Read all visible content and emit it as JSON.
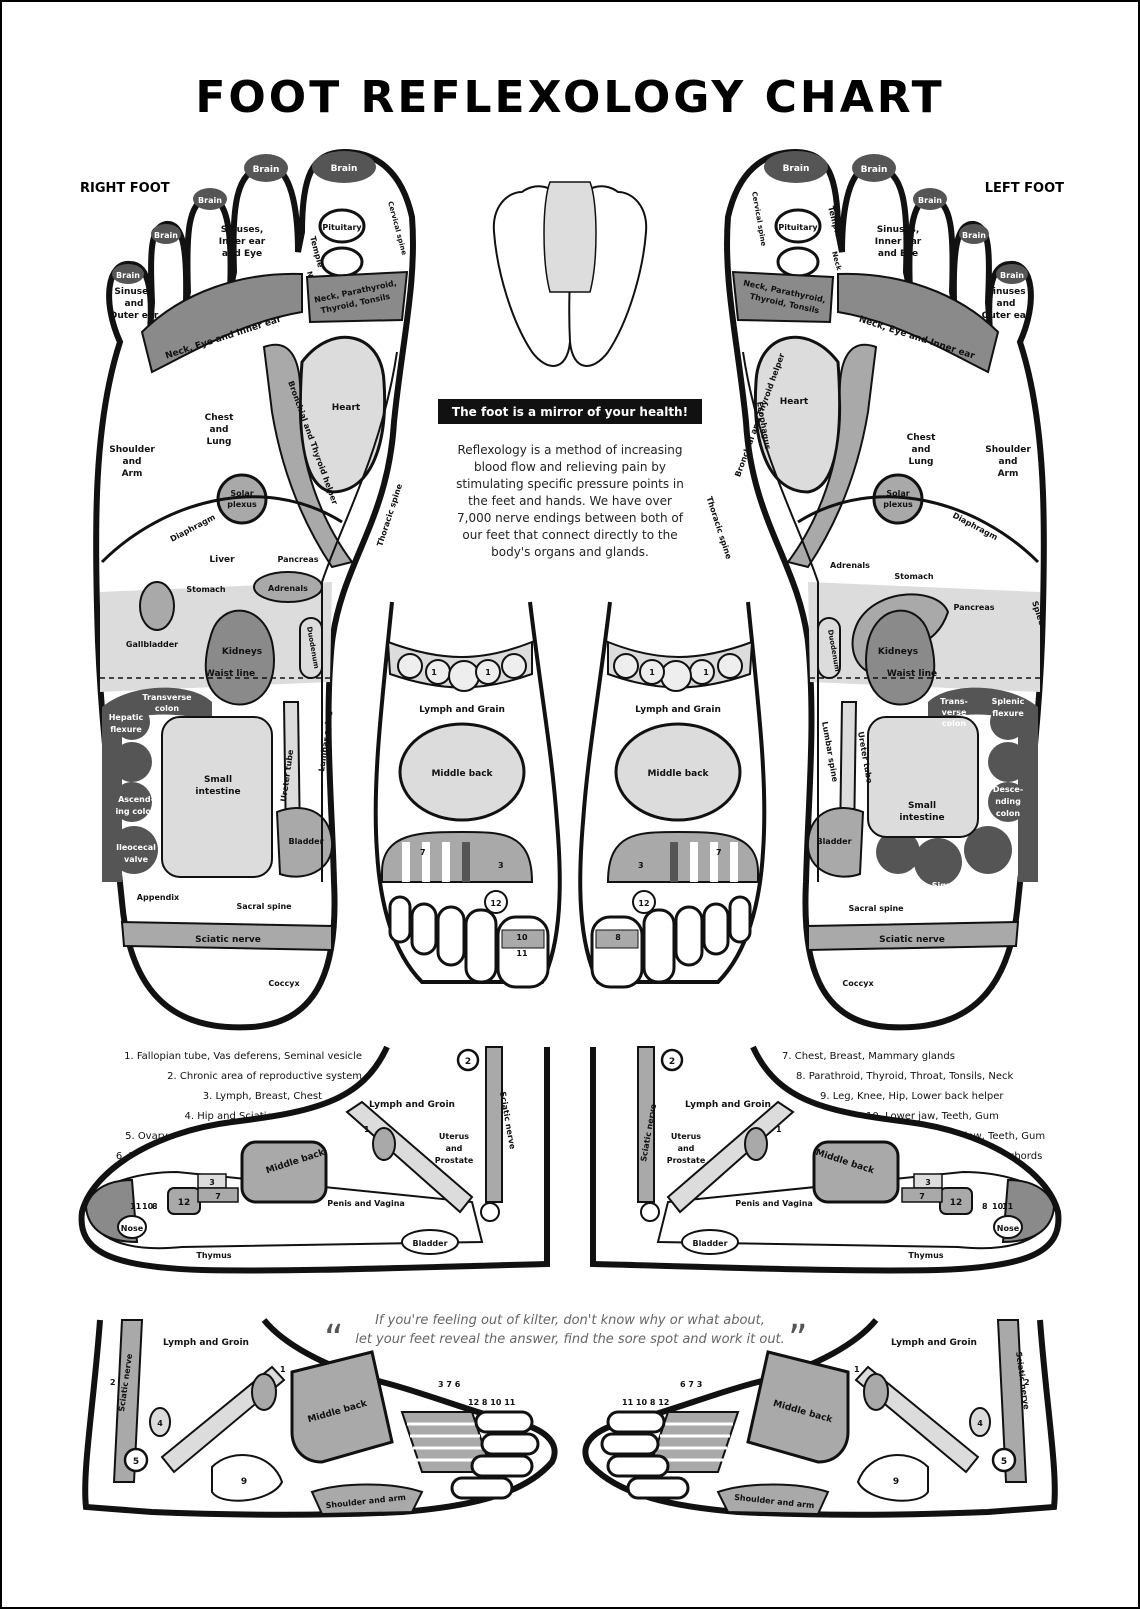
{
  "title": "FOOT REFLEXOLOGY CHART",
  "right_foot_label": "RIGHT FOOT",
  "left_foot_label": "LEFT FOOT",
  "mirror_banner": "The foot is a mirror of your health!",
  "intro_lines": [
    "Reflexology is a method of increasing",
    "blood flow and relieving pain by",
    "stimulating specific pressure points in",
    "the feet and hands. We have over",
    "7,000 nerve endings between both of",
    "our feet that connect directly to the",
    "body's organs and glands."
  ],
  "right_sole": {
    "brain": "Brain",
    "sinuses_inner_1": "Sinuses,",
    "sinuses_inner_2": "Inner ear",
    "sinuses_inner_3": "and Eye",
    "sinuses_outer_1": "Sinuses",
    "sinuses_outer_2": "and",
    "sinuses_outer_3": "Outer ear",
    "pituitary": "Pituitary",
    "temple": "Temple",
    "neck_small": "Neck",
    "cervical": "Cervical spine",
    "neck_thyroid_1": "Neck, Parathyroid,",
    "neck_thyroid_2": "Thyroid, Tonsils",
    "neck_eye_ear": "Neck, Eye and Inner ear",
    "chest_1": "Chest",
    "chest_2": "and",
    "chest_3": "Lung",
    "shoulder_1": "Shoulder",
    "shoulder_2": "and",
    "shoulder_3": "Arm",
    "heart": "Heart",
    "bronchial": "Bronchial and Thyroid helper",
    "solar_1": "Solar",
    "solar_2": "plexus",
    "diaphragm": "Diaphragm",
    "thoracic": "Thoracic spine",
    "liver": "Liver",
    "pancreas": "Pancreas",
    "stomach": "Stomach",
    "adrenals": "Adrenals",
    "gallbladder": "Gallbladder",
    "kidneys": "Kidneys",
    "duodenum": "Duodenum",
    "waist_line": "Waist line",
    "transverse_1": "Transverse",
    "transverse_2": "colon",
    "hepatic_1": "Hepatic",
    "hepatic_2": "flexure",
    "small_int_1": "Small",
    "small_int_2": "intestine",
    "ureter": "Ureter tube",
    "lumbar": "Lumbar spine",
    "ascending_1": "Ascend-",
    "ascending_2": "ing colon",
    "ileocecal_1": "Ileocecal",
    "ileocecal_2": "valve",
    "bladder": "Bladder",
    "appendix": "Appendix",
    "sacral": "Sacral spine",
    "sciatic": "Sciatic nerve",
    "coccyx": "Coccyx"
  },
  "left_sole": {
    "brain": "Brain",
    "sinuses_inner_1": "Sinuses,",
    "sinuses_inner_2": "Inner ear",
    "sinuses_inner_3": "and Eye",
    "sinuses_outer_1": "Sinuses",
    "sinuses_outer_2": "and",
    "sinuses_outer_3": "Outer ear",
    "pituitary": "Pituitary",
    "temple": "Temple",
    "neck_small": "Neck",
    "cervical": "Cervical spine",
    "neck_thyroid_1": "Neck, Parathyroid,",
    "neck_thyroid_2": "Thyroid, Tonsils",
    "neck_eye_ear": "Neck, Eye and Inner ear",
    "heart": "Heart",
    "esophagus": "Esophagus",
    "bronchial": "Bronchial and Thyroid helper",
    "chest_1": "Chest",
    "chest_2": "and",
    "chest_3": "Lung",
    "shoulder_1": "Shoulder",
    "shoulder_2": "and",
    "shoulder_3": "Arm",
    "solar_1": "Solar",
    "solar_2": "plexus",
    "diaphragm": "Diaphragm",
    "thoracic": "Thoracic spine",
    "adrenals": "Adrenals",
    "stomach": "Stomach",
    "pancreas": "Pancreas",
    "spleen": "Spleen",
    "duodenum": "Duodenum",
    "kidneys": "Kidneys",
    "waist_line": "Waist line",
    "transverse_1": "Trans-",
    "transverse_2": "verse",
    "transverse_3": "colon",
    "splenic_1": "Splenic",
    "splenic_2": "flexure",
    "lumbar": "Lumbar spine",
    "ureter": "Ureter tube",
    "small_int_1": "Small",
    "small_int_2": "intestine",
    "descending_1": "Desce-",
    "descending_2": "nding",
    "descending_3": "colon",
    "bladder": "Bladder",
    "sigmoid_1": "Sigmoid",
    "sigmoid_2": "colon",
    "sacral": "Sacral spine",
    "sciatic": "Sciatic nerve",
    "coccyx": "Coccyx"
  },
  "top_view": {
    "lymph_groin": "Lymph and Grain",
    "middle_back": "Middle back",
    "n1": "1",
    "n7": "7",
    "n6": "6",
    "n3": "3",
    "n12": "12",
    "n10": "10",
    "n11": "11",
    "n8": "8"
  },
  "legend_left": [
    "1. Fallopian tube, Vas deferens, Seminal vesicle",
    "2. Chronic area of reproductive system",
    "3. Lymph, Breast, Chest",
    "4. Hip and Sciatic",
    "5. Ovary and Testes",
    "6. Inner ear"
  ],
  "legend_right": [
    "7. Chest, Breast, Mammary glands",
    "8. Parathroid, Thyroid, Throat, Tonsils, Neck",
    "9. Leg, Knee, Hip, Lower back helper",
    "10. Lower jaw, Teeth, Gum",
    "11. Upper jaw, Teeth, Gum",
    "12. Vocal chords"
  ],
  "inner_side": {
    "lymph_groin": "Lymph and Groin",
    "uterus_1": "Uterus",
    "uterus_2": "and",
    "uterus_3": "Prostate",
    "middle_back": "Middle back",
    "penis_vagina": "Penis and Vagina",
    "bladder": "Bladder",
    "thymus": "Thymus",
    "nose": "Nose",
    "sciatic": "Sciatic nerve",
    "n1": "1",
    "n2": "2",
    "n3": "3",
    "n7": "7",
    "n8": "8",
    "n10": "10",
    "n11": "11",
    "n12": "12"
  },
  "quote_mark_open": "“",
  "quote_mark_close": "”",
  "quote_line_1": "If you're feeling out of kilter,  don't know why or what about,",
  "quote_line_2": "let your feet reveal the answer, find the sore spot and work it out.",
  "outer_side": {
    "lymph_groin": "Lymph and Groin",
    "middle_back": "Middle back",
    "shoulder_arm": "Shoulder and arm",
    "sciatic": "Sciatic nerve",
    "nums_top_left": "3 7  6",
    "nums_top_right": "12 8 10 11",
    "nums_top_left_r": "11 10 8 12",
    "nums_top_right_r": "6  7 3",
    "n1": "1",
    "n2": "2",
    "n4": "4",
    "n5": "5",
    "n9": "9"
  }
}
